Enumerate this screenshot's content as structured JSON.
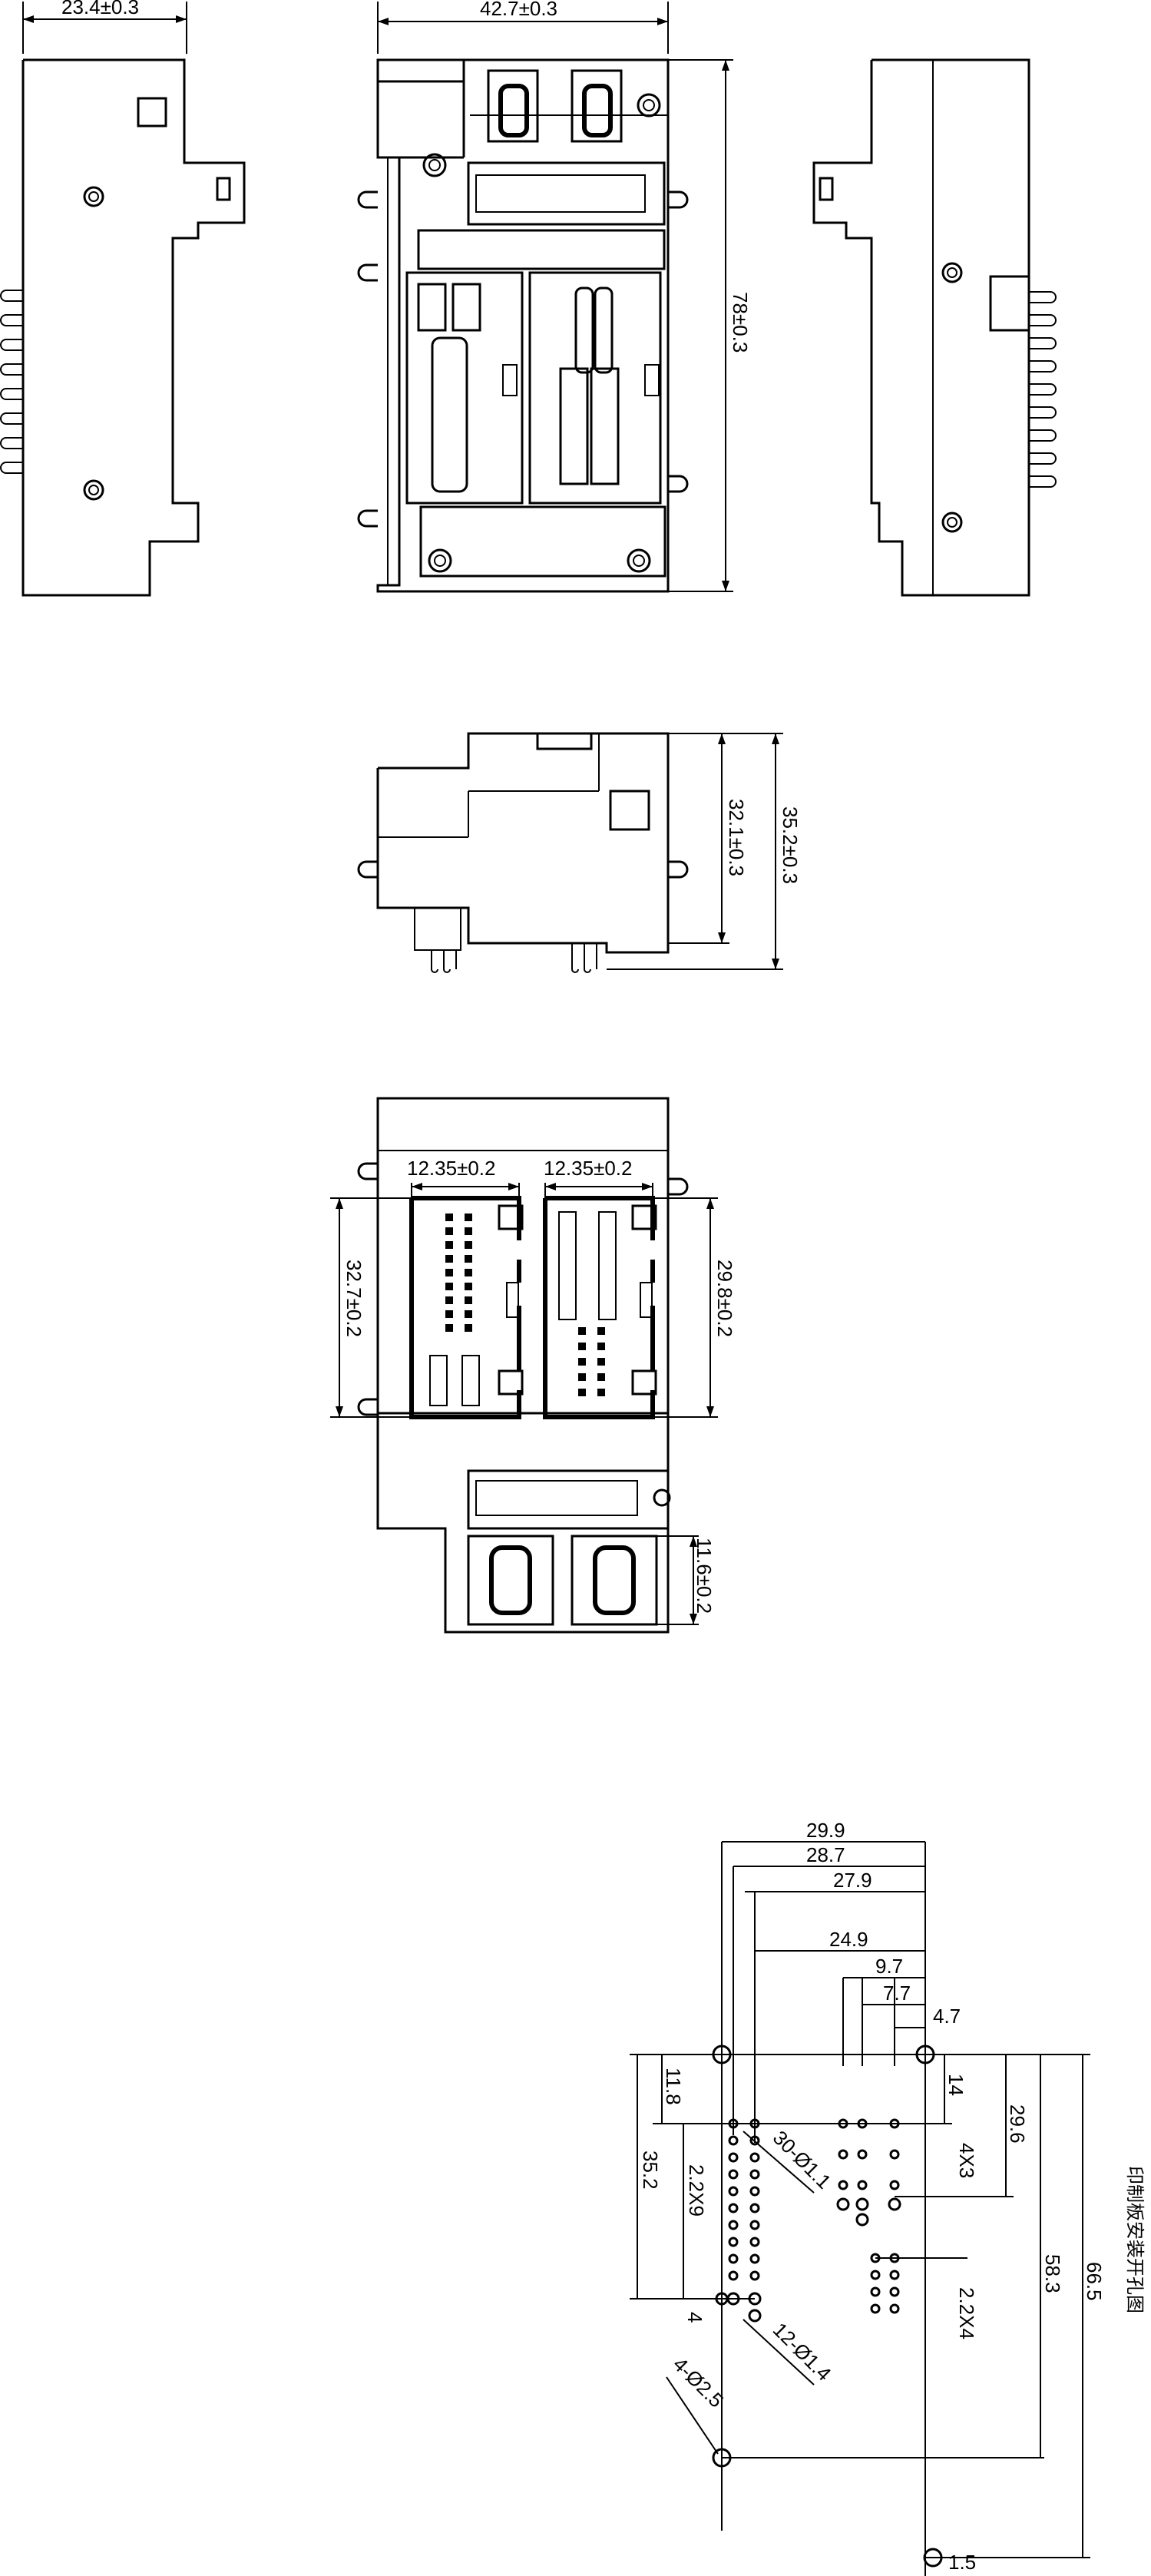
{
  "views": {
    "side_left": {
      "width_dim": "23.4±0.3"
    },
    "top": {
      "width_dim": "42.7±0.3",
      "height_dim": "78±0.3"
    },
    "front": {
      "height_dim_a": "32.1±0.3",
      "height_dim_b": "35.2±0.3"
    },
    "bottom": {
      "slot_left_width": "12.35±0.2",
      "slot_right_width": "12.35±0.2",
      "slot_left_height": "32.7±0.2",
      "slot_right_height": "29.8±0.2",
      "fuse_height": "11.6±0.2"
    }
  },
  "pcb": {
    "title": "印制板安装开孔图",
    "horizontal_dims": [
      "29.9",
      "28.7",
      "27.9",
      "24.9",
      "9.7",
      "7.7",
      "4.7"
    ],
    "vertical_dims": [
      "11.8",
      "35.2",
      "14",
      "29.6",
      "58.3",
      "66.5"
    ],
    "pitch_labels": [
      "2.2X9",
      "4X3",
      "2.2X4",
      "4",
      "1.5"
    ],
    "hole_callouts": [
      "30-Ø1.1",
      "12-Ø1.4",
      "4-Ø2.5"
    ]
  }
}
